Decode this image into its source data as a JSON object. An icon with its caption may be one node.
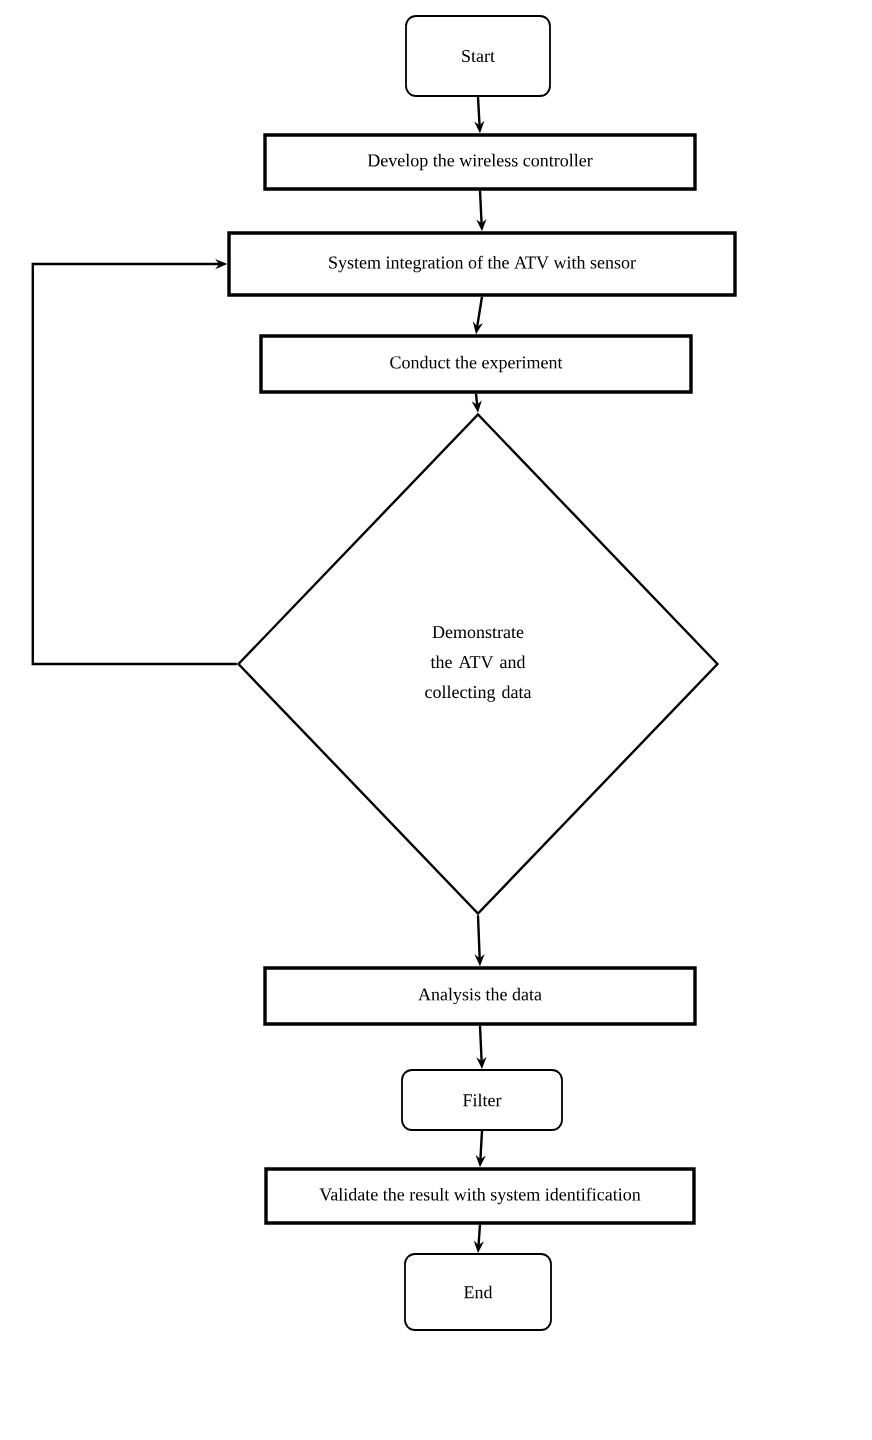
{
  "diagram": {
    "nodes": [
      {
        "text": [
          "Start"
        ]
      },
      {
        "text": [
          "Develop the wireless controller"
        ]
      },
      {
        "text": [
          "System integration of the ATV with sensor"
        ]
      },
      {
        "text": [
          "Conduct the experiment"
        ]
      },
      {
        "text": [
          "Demonstrate the ATV and collecting data"
        ]
      },
      {
        "text": [
          "Analysis the data"
        ]
      },
      {
        "text": [
          "Filter"
        ]
      },
      {
        "text": [
          "Validate the result with system identification"
        ]
      },
      {
        "text": [
          "End"
        ]
      }
    ],
    "edges": [
      {
        "from": 0,
        "to": 1,
        "arrow": "to"
      },
      {
        "from": 1,
        "to": 2,
        "arrow": "to"
      },
      {
        "from": 2,
        "to": 3,
        "arrow": "to"
      },
      {
        "from": 3,
        "to": 4,
        "arrow": "to"
      },
      {
        "from": 4,
        "to": 2,
        "arrow": "to"
      },
      {
        "from": 4,
        "to": 5,
        "arrow": "to"
      },
      {
        "from": 5,
        "to": 6,
        "arrow": "to"
      },
      {
        "from": 6,
        "to": 7,
        "arrow": "to"
      },
      {
        "from": 7,
        "to": 8,
        "arrow": "to"
      }
    ]
  }
}
